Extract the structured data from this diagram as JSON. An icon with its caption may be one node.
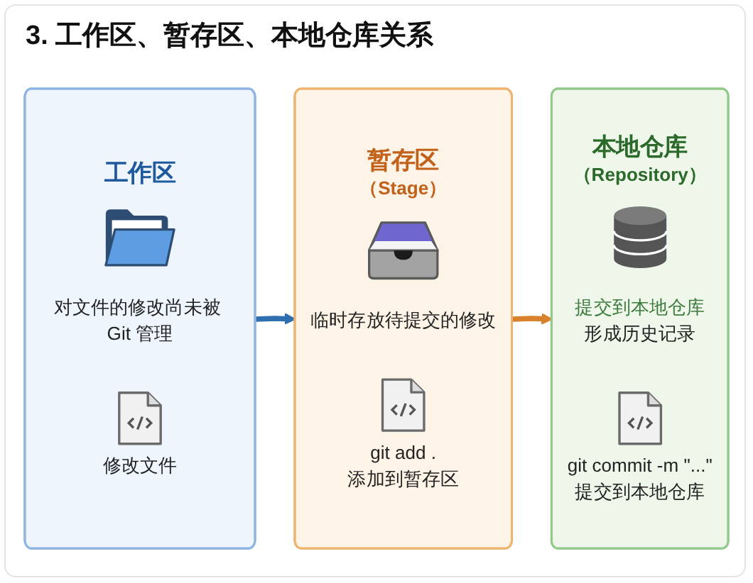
{
  "diagram": {
    "title": "3. 工作区、暂存区、本地仓库关系",
    "nodes": [
      {
        "text": [
          "工作区",
          "对文件的修改尚未被 Git 管理",
          "修改文件"
        ]
      },
      {
        "text": [
          "暂存区",
          "（Stage）",
          "临时存放待提交的修改",
          "git add .",
          "添加到暂存区"
        ]
      },
      {
        "text": [
          "本地仓库",
          "（Repository）",
          "提交到本地仓库",
          "形成历史记录",
          "git commit -m \"...\"",
          "提交到本地仓库"
        ]
      }
    ],
    "edges": [
      {
        "from": 0,
        "to": 1,
        "arrow": "to",
        "color": "#2f6fb0"
      },
      {
        "from": 1,
        "to": 2,
        "arrow": "to",
        "color": "#d9822b"
      }
    ]
  }
}
